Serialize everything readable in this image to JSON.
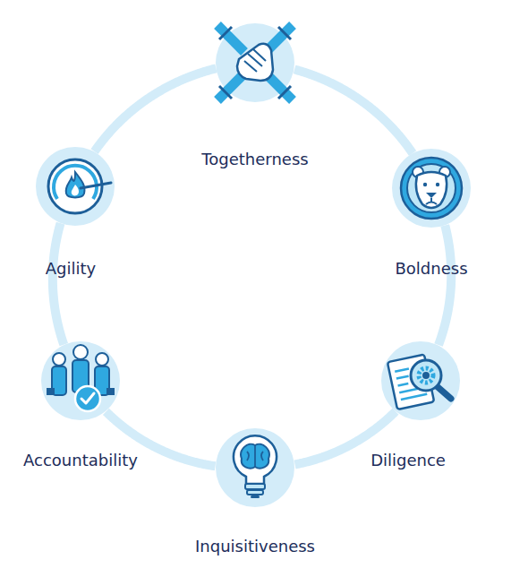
{
  "diagram": {
    "nodes": [
      {
        "text": [
          "Togetherness"
        ]
      },
      {
        "text": [
          "Boldness"
        ]
      },
      {
        "text": [
          "Diligence"
        ]
      },
      {
        "text": [
          "Inquisitiveness"
        ]
      },
      {
        "text": [
          "Accountability"
        ]
      },
      {
        "text": [
          "Agility"
        ]
      }
    ],
    "edges": [
      {
        "from": 0,
        "to": 1,
        "arrow": "none"
      },
      {
        "from": 1,
        "to": 2,
        "arrow": "none"
      },
      {
        "from": 2,
        "to": 3,
        "arrow": "none"
      },
      {
        "from": 3,
        "to": 4,
        "arrow": "none"
      },
      {
        "from": 4,
        "to": 5,
        "arrow": "none"
      },
      {
        "from": 5,
        "to": 0,
        "arrow": "none"
      }
    ]
  }
}
